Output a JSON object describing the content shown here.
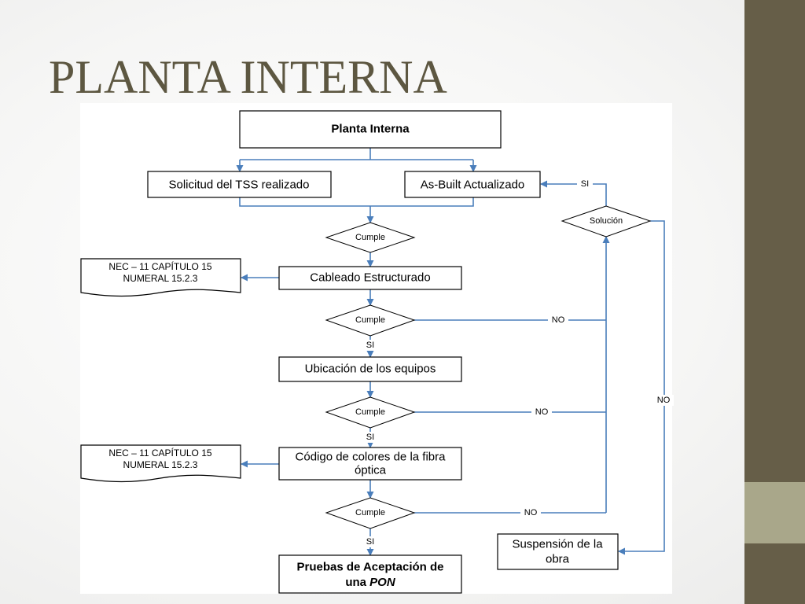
{
  "slide": {
    "title": "PLANTA INTERNA"
  },
  "flowchart": {
    "start": "Planta Interna",
    "step_tss": "Solicitud del TSS realizado",
    "step_asbuilt": "As-Built Actualizado",
    "decision_cumple": "Cumple",
    "decision_solucion": "Solución",
    "step_cableado": "Cableado Estructurado",
    "step_ubicacion": "Ubicación de los equipos",
    "step_codigo_line1": "Código de colores de la fibra",
    "step_codigo_line2": "óptica",
    "end_pruebas_line1": "Pruebas de Aceptación de",
    "end_pruebas_line2_prefix": "una ",
    "end_pruebas_line2_em": "PON",
    "step_suspension_line1": "Suspensión de la",
    "step_suspension_line2": "obra",
    "doc_nec_line1": "NEC – 11 CAPÍTULO 15",
    "doc_nec_line2": "NUMERAL 15.2.3",
    "label_si": "SI",
    "label_no": "NO"
  },
  "colors": {
    "sidebar": "#665e48",
    "sidebar_accent": "#a9a78a",
    "title": "#5d5741",
    "connector": "#4a7ebb"
  }
}
